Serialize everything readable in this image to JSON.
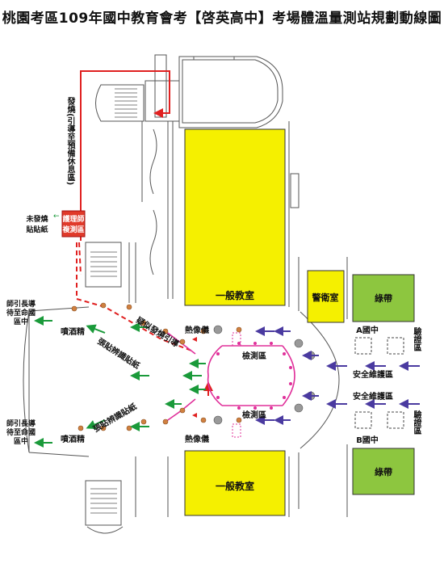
{
  "title": "桃園考區109年國中教育會考【啓英高中】考場體溫量測站規劃動線圖",
  "rooms": {
    "classroom_top": "一般教室",
    "classroom_bottom": "一般教室",
    "guard_room": "警衛室",
    "green_top": "綠帶",
    "green_bottom": "綠帶"
  },
  "labels": {
    "fever_vertical": "發燒(引導至預備休息區)",
    "nurse_box_line1": "護理師",
    "nurse_box_line2": "複測區",
    "no_fever_line1": "未發燒",
    "no_fever_line2": "貼貼紙",
    "suspected_fever": "疑似發燒引導",
    "thermal_top": "熱像儀",
    "thermal_bottom": "熱像儀",
    "check_top": "檢測區",
    "check_bottom": "檢測區",
    "sticker_top": "張貼辨識貼紙",
    "sticker_bottom": "張貼辨識貼紙",
    "spray_top": "噴酒精",
    "spray_bottom": "噴酒精",
    "teacher_top": "師引長導待至命國區中",
    "teacher_bottom": "師引長導待至命國區中",
    "school_a": "A國中",
    "school_b": "B國中",
    "verify_top": "驗證區",
    "verify_bottom": "驗證區",
    "safety_top": "安全維護區",
    "safety_bottom": "安全維護區"
  },
  "colors": {
    "classroom": "#f5f000",
    "green_belt": "#8dc63f",
    "fever_route": "#e02020",
    "check_route": "#e0309a",
    "normal_route": "#1a9a3a",
    "incoming_route": "#4a3aa0",
    "nurse_box": "#e03a2a",
    "cone": "#d08040"
  }
}
